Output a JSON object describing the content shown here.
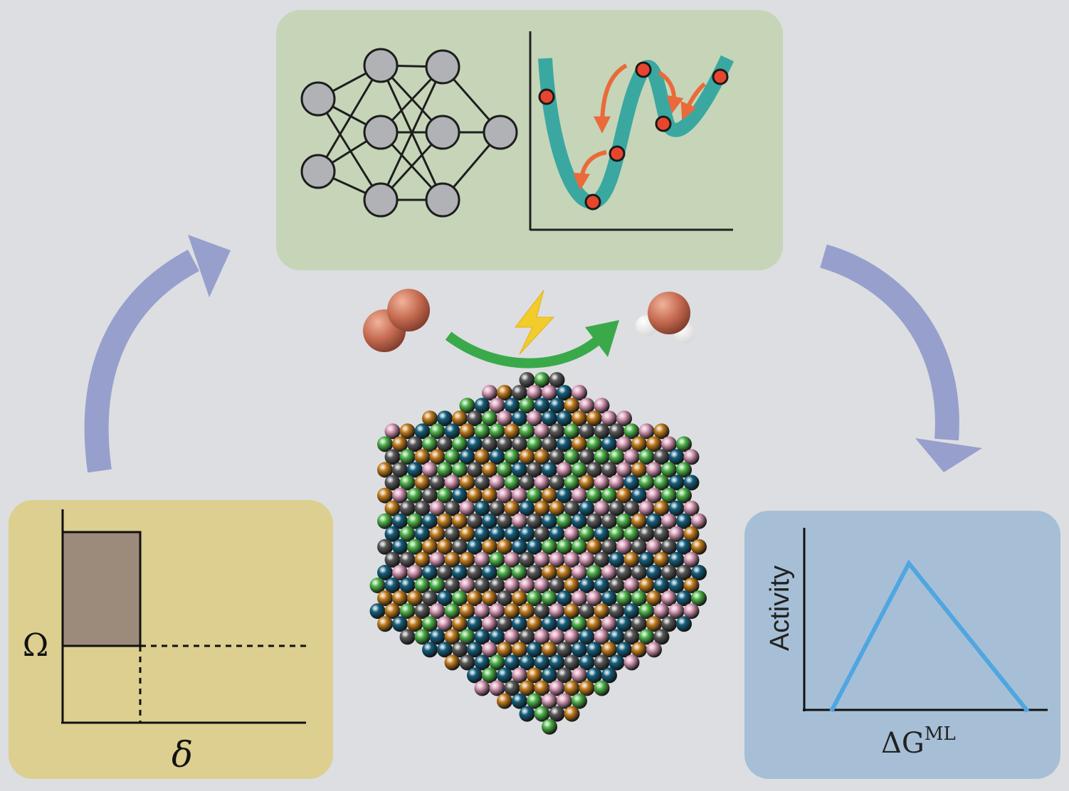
{
  "colors": {
    "background": "#dcdee1",
    "ml_panel": "#c6d5b8",
    "stability_panel": "#dccf8f",
    "activity_panel": "#a6bfd6",
    "cycle_arrow": "#979fcc",
    "reaction_arrow": "#3aa94a",
    "energy_curve": "#3aa8a0",
    "hop_arrow": "#ea6a3a",
    "volcano_line": "#4fa6e0",
    "nn_node": "#b1b2b6",
    "oxygen": "#c46a50",
    "hydrogen": "#ffffff",
    "element_colors": [
      "#14607e",
      "#4fb84a",
      "#5a5a5a",
      "#c8801e",
      "#dc9cb8"
    ]
  },
  "icons": {
    "neural_network": "neural-network-icon",
    "energy_landscape": "energy-landscape-icon",
    "lightning": "lightning-bolt-icon",
    "o2_molecule": "o2-molecule-icon",
    "h2o_molecule": "h2o-molecule-icon",
    "nanoparticle": "high-entropy-alloy-nanoparticle"
  },
  "stability_plot": {
    "y_label": "Ω",
    "x_label": "δ"
  },
  "activity_plot": {
    "y_label": "Activity",
    "x_label_main": "ΔG",
    "x_label_sup": "ML"
  }
}
